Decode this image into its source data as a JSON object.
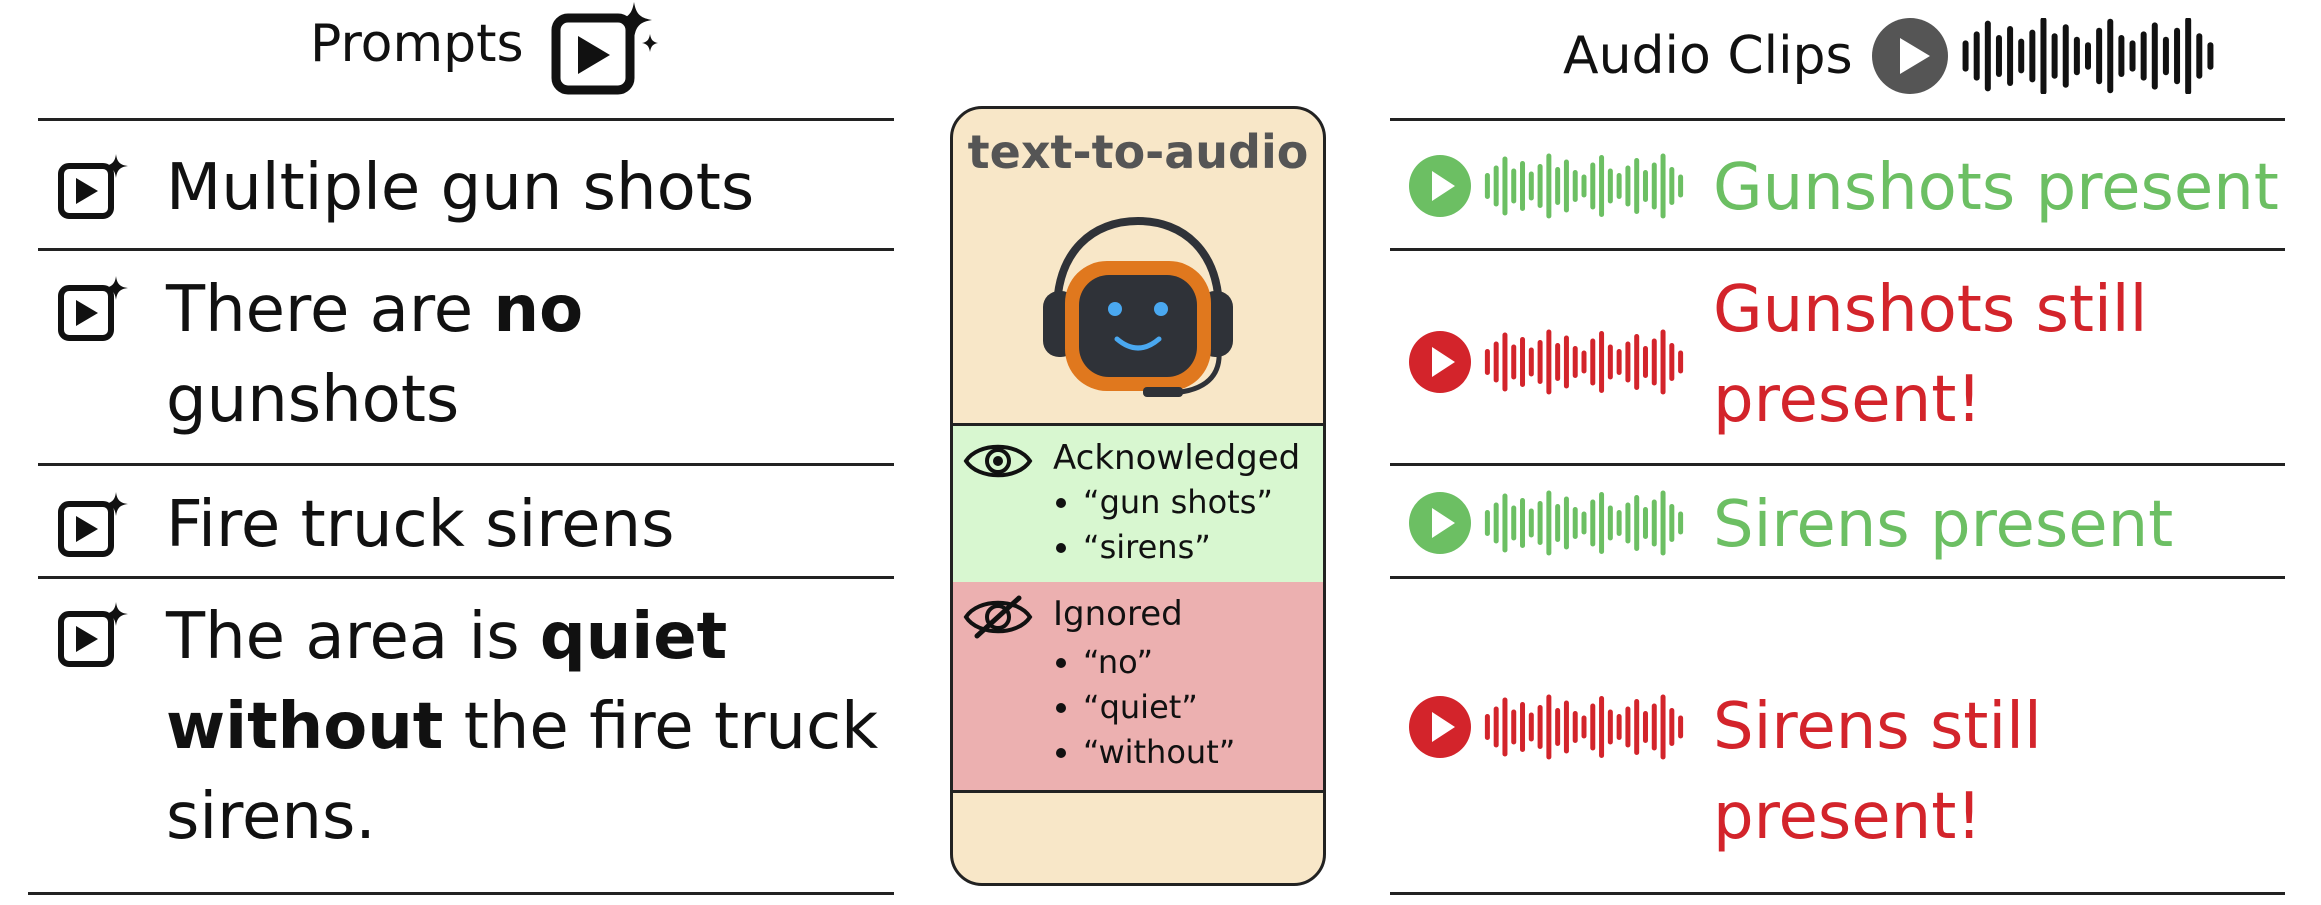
{
  "header": {
    "prompts_label": "Prompts",
    "audio_label": "Audio Clips"
  },
  "prompts": [
    {
      "parts": [
        {
          "text": "Multiple gun shots",
          "bold": false
        }
      ]
    },
    {
      "parts": [
        {
          "text": "There are ",
          "bold": false
        },
        {
          "text": "no",
          "bold": true
        },
        {
          "text": " gunshots",
          "bold": false
        }
      ]
    },
    {
      "parts": [
        {
          "text": "Fire truck sirens",
          "bold": false
        }
      ]
    },
    {
      "parts": [
        {
          "text": "The area is ",
          "bold": false
        },
        {
          "text": "quiet without",
          "bold": true
        },
        {
          "text": " the fire truck sirens.",
          "bold": false
        }
      ]
    }
  ],
  "model": {
    "title": "text-to-audio",
    "acknowledged": {
      "label": "Acknowledged",
      "items": [
        "“gun shots”",
        "“sirens”"
      ]
    },
    "ignored": {
      "label": "Ignored",
      "items": [
        "“no”",
        "“quiet”",
        "“without”"
      ]
    }
  },
  "results": [
    {
      "text": "Gunshots present",
      "status": "ok"
    },
    {
      "text": "Gunshots still present!",
      "status": "fail"
    },
    {
      "text": "Sirens present",
      "status": "ok"
    },
    {
      "text": "Sirens still present!",
      "status": "fail"
    }
  ],
  "colors": {
    "ok": "#6cbf63",
    "fail": "#d3242b",
    "panel": "#f8e7c8",
    "acknowledged_bg": "#d8f7d0",
    "ignored_bg": "#ecb0b0",
    "robot_orange": "#e0781e",
    "robot_face": "#2f3238",
    "robot_eye": "#4aa8f0"
  },
  "icons": {
    "prompt_icon": "video-sparkle-icon",
    "play_icon": "play-circle-icon",
    "waveform_icon": "waveform-icon",
    "robot_icon": "robot-headset-icon",
    "eye_icon": "eye-icon",
    "eye_off_icon": "eye-off-icon"
  }
}
